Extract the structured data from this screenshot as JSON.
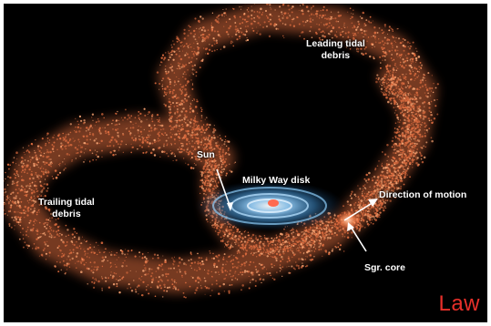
{
  "labels": {
    "leading": [
      "Leading tidal",
      "debris"
    ],
    "trailing": [
      "Trailing tidal",
      "debris"
    ],
    "sun": "Sun",
    "disk": "Milky Way disk",
    "motion": "Direction of motion",
    "core": "Sgr. core"
  },
  "credit": "Law",
  "colors": {
    "debris": "#d86a3e",
    "debris_bright": "#f2a070",
    "disk": "#5fb4e8",
    "core_glow": "#ff9a6a",
    "label_text": "#ffffff",
    "credit": "#e8302a",
    "background": "#000000"
  }
}
